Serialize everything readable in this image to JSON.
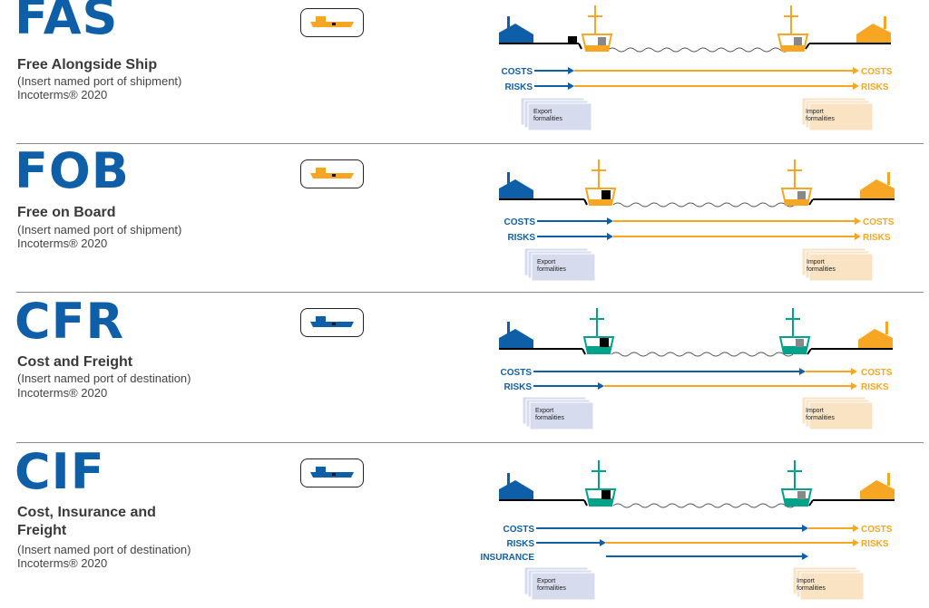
{
  "colors": {
    "blue": "#0f5fa8",
    "orange": "#f6a623",
    "teal": "#00a28a",
    "export_doc": "#d6dced",
    "import_doc": "#fae3c3"
  },
  "terms": [
    {
      "code": "FAS",
      "name": "Free Alongside Ship",
      "place": "(Insert named port of shipment)",
      "version": "Incoterms® 2020",
      "mode_icon": "orange-ship-icon",
      "ship_color": "orange"
    },
    {
      "code": "FOB",
      "name": "Free on Board",
      "place": "(Insert named port of shipment)",
      "version": "Incoterms® 2020",
      "mode_icon": "orange-ship-icon",
      "ship_color": "orange"
    },
    {
      "code": "CFR",
      "name": "Cost and Freight",
      "place": "(Insert named port of destination)",
      "version": "Incoterms® 2020",
      "mode_icon": "blue-ship-icon",
      "ship_color": "teal"
    },
    {
      "code": "CIF",
      "name_line1": "Cost, Insurance and",
      "name_line2": "Freight",
      "place": "(Insert named port of destination)",
      "version": "Incoterms® 2020",
      "mode_icon": "blue-ship-icon",
      "ship_color": "teal"
    }
  ],
  "labels": {
    "costs": "COSTS",
    "risks": "RISKS",
    "insurance": "INSURANCE",
    "export1": "Export",
    "import1": "Import",
    "formalities": "formalities"
  }
}
